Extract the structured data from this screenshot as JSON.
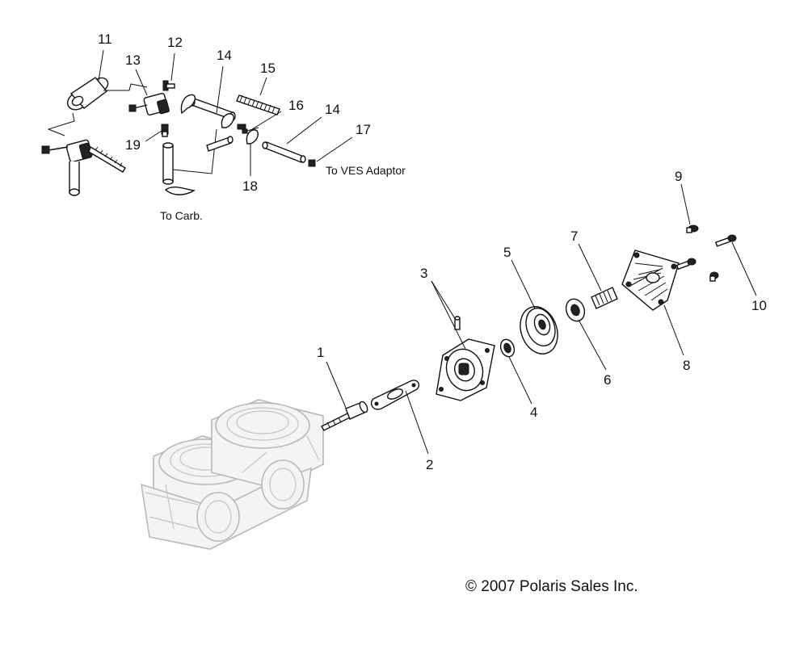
{
  "diagram": {
    "callouts": {
      "c1": "1",
      "c2": "2",
      "c3": "3",
      "c4": "4",
      "c5": "5",
      "c6": "6",
      "c7": "7",
      "c8": "8",
      "c9": "9",
      "c10": "10",
      "c11": "11",
      "c12": "12",
      "c13": "13",
      "c14a": "14",
      "c14b": "14",
      "c15": "15",
      "c16": "16",
      "c17": "17",
      "c18": "18",
      "c19": "19"
    },
    "notes": {
      "to_carb": "To Carb.",
      "to_ves": "To VES Adaptor"
    },
    "copyright": "© 2007 Polaris Sales Inc."
  }
}
